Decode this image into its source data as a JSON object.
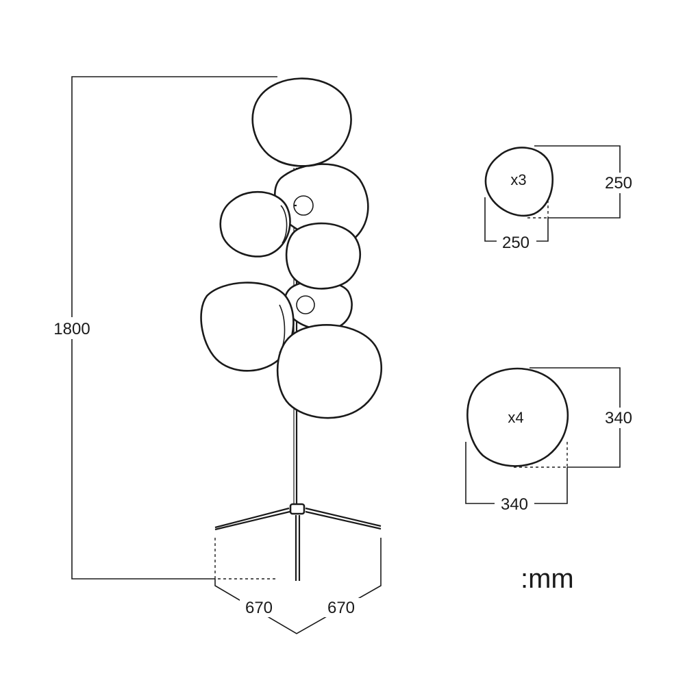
{
  "drawing": {
    "height_dim": "1800",
    "base_dim_left": "670",
    "base_dim_right": "670",
    "small_shade": {
      "qty": "x3",
      "height": "250",
      "width": "250"
    },
    "large_shade": {
      "qty": "x4",
      "height": "340",
      "width": "340"
    },
    "unit": ":mm"
  }
}
